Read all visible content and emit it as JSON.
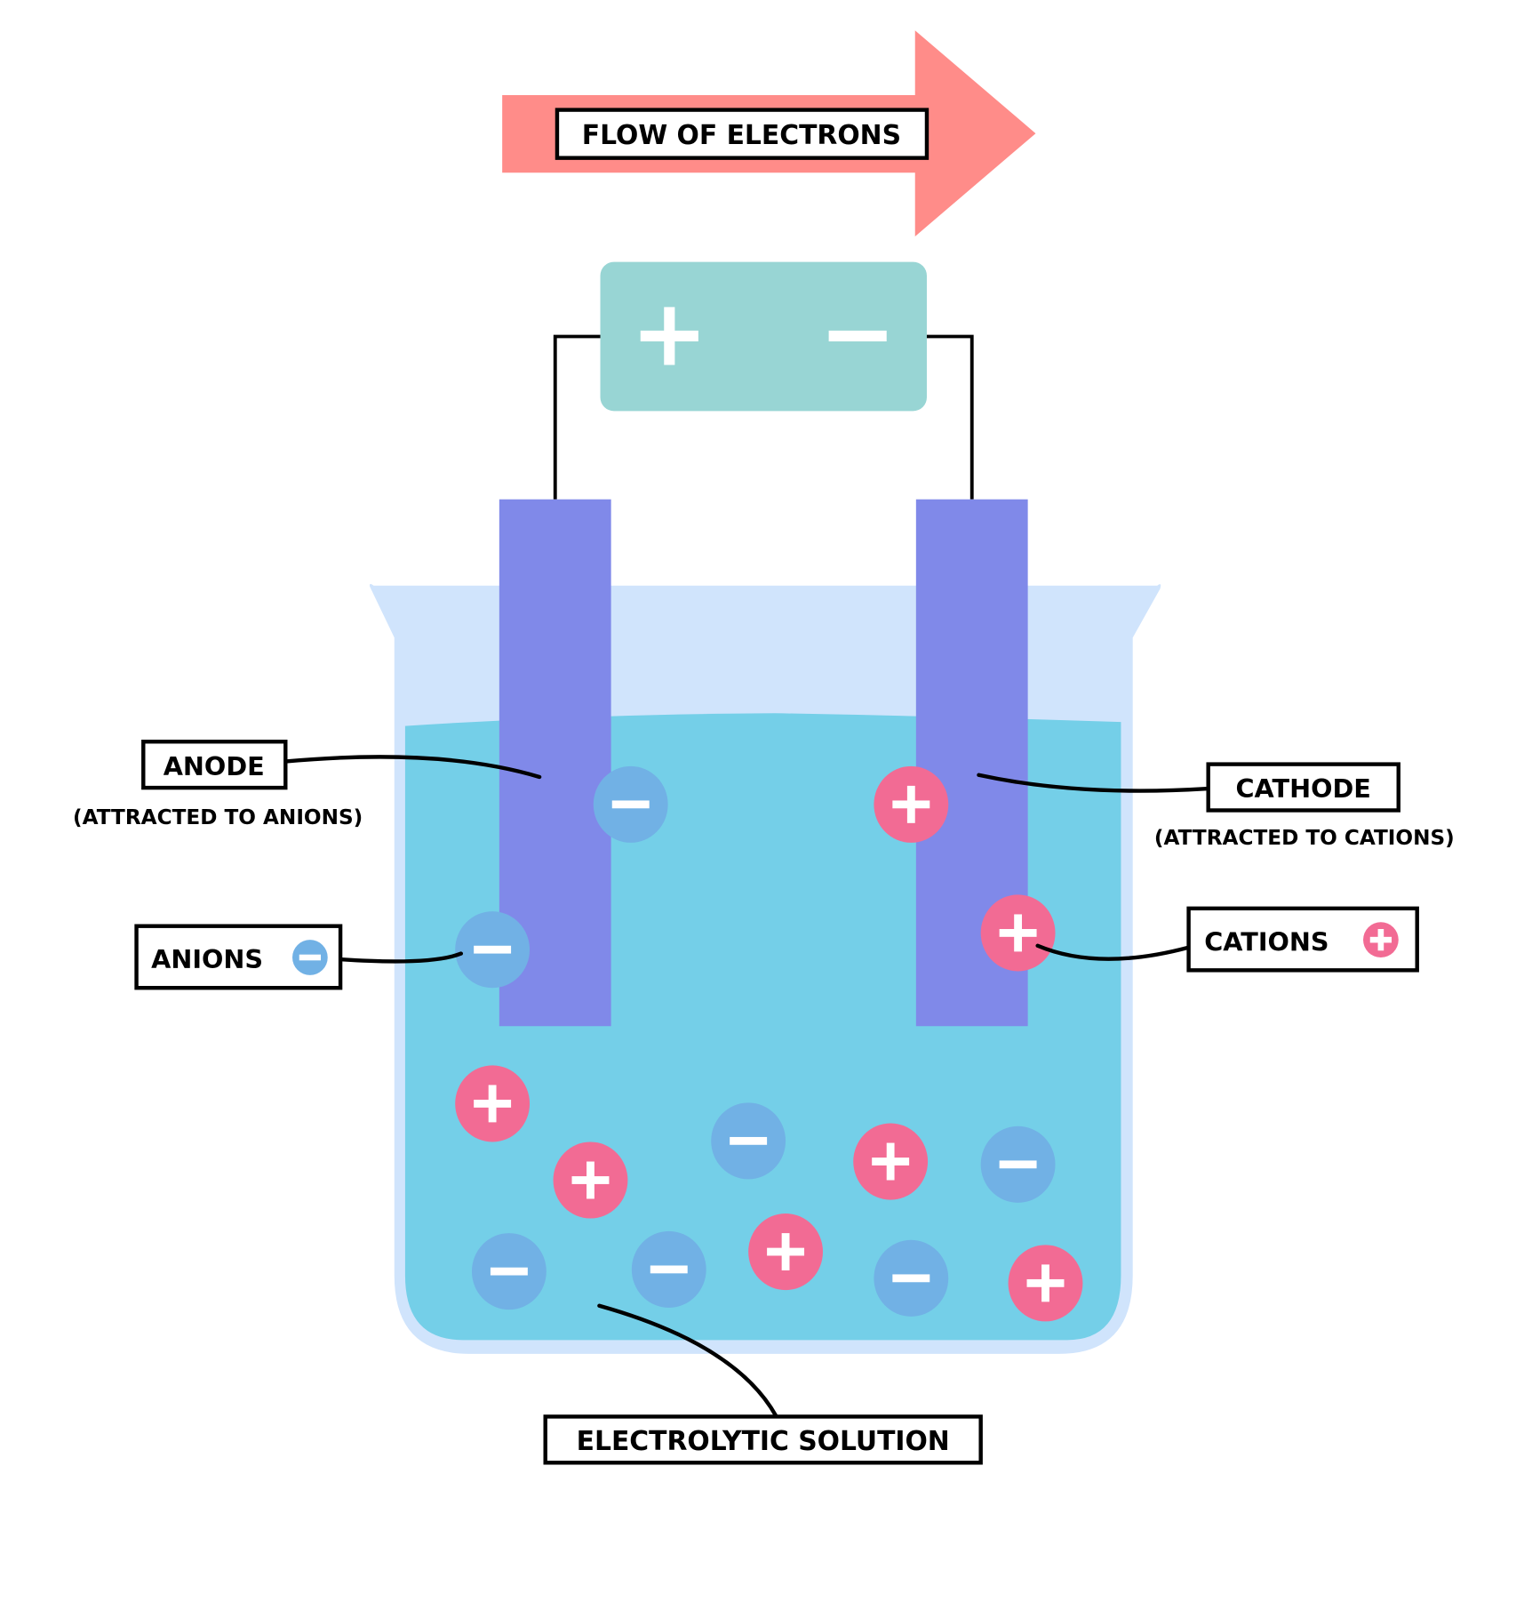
{
  "title": "Electrolysis cell",
  "colors": {
    "arrow": "#ff8c89",
    "battery": "#98d5d4",
    "electrode": "#8089e9",
    "beaker_glass": "#d0e4fc",
    "solution": "#74cfe8",
    "cation": "#f26b94",
    "anion": "#71b1e5",
    "sign": "#ffffff"
  },
  "arrow": {
    "label": "FLOW OF ELECTRONS",
    "direction": "right"
  },
  "battery": {
    "positive_symbol": "+",
    "negative_symbol": "−"
  },
  "labels": {
    "anode": {
      "title": "ANODE",
      "note": "(ATTRACTED TO ANIONS)"
    },
    "cathode": {
      "title": "CATHODE",
      "note": "(ATTRACTED TO CATIONS)"
    },
    "anions": {
      "title": "ANIONS",
      "icon": "anion-icon"
    },
    "cations": {
      "title": "CATIONS",
      "icon": "cation-icon"
    },
    "solution": {
      "title": "ELECTROLYTIC SOLUTION"
    }
  },
  "ions": {
    "legend": {
      "cation_sign": "+",
      "anion_sign": "−"
    },
    "cations_count": 7,
    "anions_count": 7
  }
}
